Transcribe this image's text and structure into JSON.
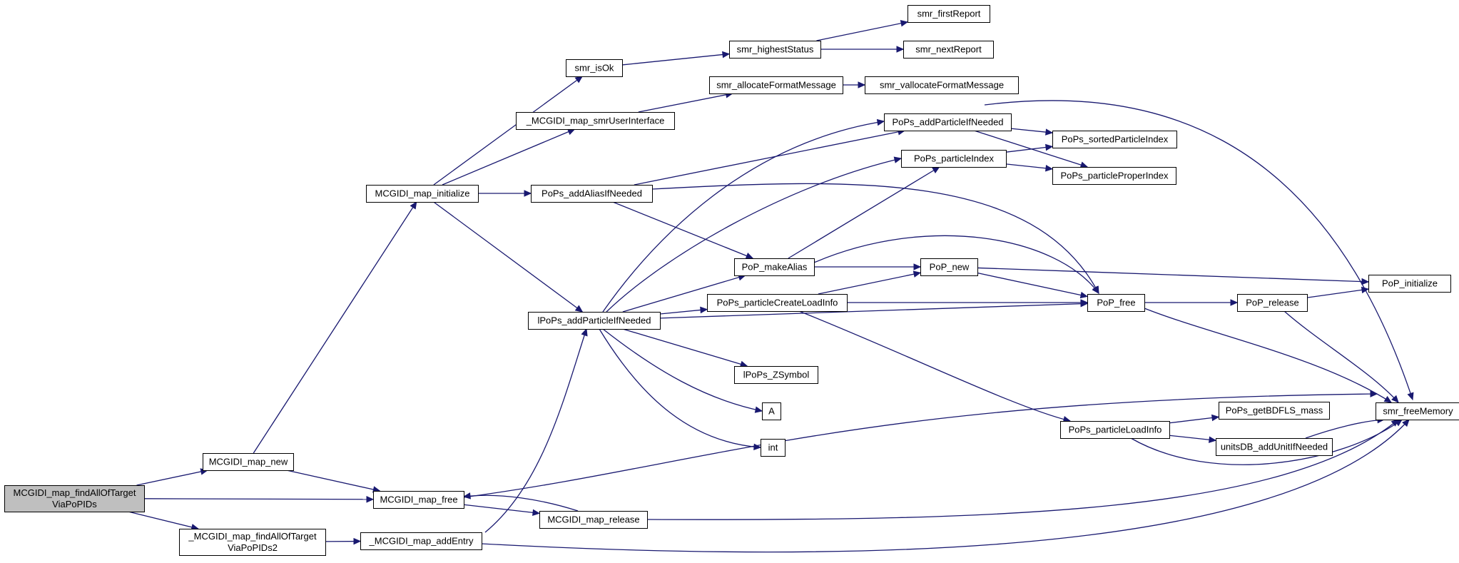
{
  "diagram": {
    "type": "call-graph",
    "colors": {
      "edge": "#191970",
      "root_fill": "#bfbfbf",
      "node_fill": "#ffffff",
      "node_border": "#000000"
    },
    "nodes": [
      {
        "id": "root",
        "label": "MCGIDI_map_findAllOfTarget\nViaPoPIDs",
        "root": true
      },
      {
        "id": "map_new",
        "label": "MCGIDI_map_new"
      },
      {
        "id": "findAll2",
        "label": "_MCGIDI_map_findAllOfTarget\nViaPoPIDs2"
      },
      {
        "id": "map_free",
        "label": "MCGIDI_map_free"
      },
      {
        "id": "map_init",
        "label": "MCGIDI_map_initialize"
      },
      {
        "id": "addEntry",
        "label": "_MCGIDI_map_addEntry"
      },
      {
        "id": "map_release",
        "label": "MCGIDI_map_release"
      },
      {
        "id": "smr_isOk",
        "label": "smr_isOk"
      },
      {
        "id": "smrUI",
        "label": "_MCGIDI_map_smrUserInterface"
      },
      {
        "id": "addAlias",
        "label": "PoPs_addAliasIfNeeded"
      },
      {
        "id": "lAddParticle",
        "label": "lPoPs_addParticleIfNeeded"
      },
      {
        "id": "highestStatus",
        "label": "smr_highestStatus"
      },
      {
        "id": "allocFmt",
        "label": "smr_allocateFormatMessage"
      },
      {
        "id": "firstReport",
        "label": "smr_firstReport"
      },
      {
        "id": "nextReport",
        "label": "smr_nextReport"
      },
      {
        "id": "vallocFmt",
        "label": "smr_vallocateFormatMessage"
      },
      {
        "id": "addParticle",
        "label": "PoPs_addParticleIfNeeded"
      },
      {
        "id": "particleIndex",
        "label": "PoPs_particleIndex"
      },
      {
        "id": "makeAlias",
        "label": "PoP_makeAlias"
      },
      {
        "id": "createLoadInfo",
        "label": "PoPs_particleCreateLoadInfo"
      },
      {
        "id": "zsymbol",
        "label": "lPoPs_ZSymbol"
      },
      {
        "id": "A",
        "label": "A"
      },
      {
        "id": "int",
        "label": "int"
      },
      {
        "id": "sortedIndex",
        "label": "PoPs_sortedParticleIndex"
      },
      {
        "id": "properIndex",
        "label": "PoPs_particleProperIndex"
      },
      {
        "id": "pop_new",
        "label": "PoP_new"
      },
      {
        "id": "pop_free",
        "label": "PoP_free"
      },
      {
        "id": "loadInfo",
        "label": "PoPs_particleLoadInfo"
      },
      {
        "id": "pop_release",
        "label": "PoP_release"
      },
      {
        "id": "getBDFLS",
        "label": "PoPs_getBDFLS_mass"
      },
      {
        "id": "unitsDB",
        "label": "unitsDB_addUnitIfNeeded"
      },
      {
        "id": "pop_init",
        "label": "PoP_initialize"
      },
      {
        "id": "freeMemory",
        "label": "smr_freeMemory"
      }
    ],
    "edges": [
      {
        "from": "root",
        "to": "map_new"
      },
      {
        "from": "root",
        "to": "map_free"
      },
      {
        "from": "root",
        "to": "findAll2"
      },
      {
        "from": "map_new",
        "to": "map_init"
      },
      {
        "from": "map_new",
        "to": "map_free"
      },
      {
        "from": "findAll2",
        "to": "addEntry"
      },
      {
        "from": "addEntry",
        "to": "lAddParticle"
      },
      {
        "from": "addEntry",
        "to": "freeMemory"
      },
      {
        "from": "map_free",
        "to": "map_release"
      },
      {
        "from": "map_free",
        "to": "freeMemory"
      },
      {
        "from": "map_release",
        "to": "map_free"
      },
      {
        "from": "map_release",
        "to": "freeMemory"
      },
      {
        "from": "map_init",
        "to": "smr_isOk"
      },
      {
        "from": "map_init",
        "to": "smrUI"
      },
      {
        "from": "map_init",
        "to": "addAlias"
      },
      {
        "from": "map_init",
        "to": "lAddParticle"
      },
      {
        "from": "smr_isOk",
        "to": "highestStatus"
      },
      {
        "from": "highestStatus",
        "to": "firstReport"
      },
      {
        "from": "highestStatus",
        "to": "nextReport"
      },
      {
        "from": "smrUI",
        "to": "allocFmt"
      },
      {
        "from": "allocFmt",
        "to": "vallocFmt"
      },
      {
        "from": "addAlias",
        "to": "addParticle"
      },
      {
        "from": "addAlias",
        "to": "makeAlias"
      },
      {
        "from": "addAlias",
        "to": "pop_free"
      },
      {
        "from": "lAddParticle",
        "to": "addParticle"
      },
      {
        "from": "lAddParticle",
        "to": "particleIndex"
      },
      {
        "from": "lAddParticle",
        "to": "makeAlias"
      },
      {
        "from": "lAddParticle",
        "to": "createLoadInfo"
      },
      {
        "from": "lAddParticle",
        "to": "pop_free"
      },
      {
        "from": "lAddParticle",
        "to": "zsymbol"
      },
      {
        "from": "lAddParticle",
        "to": "A"
      },
      {
        "from": "lAddParticle",
        "to": "int"
      },
      {
        "from": "addParticle",
        "to": "sortedIndex"
      },
      {
        "from": "addParticle",
        "to": "properIndex"
      },
      {
        "from": "addParticle",
        "to": "freeMemory"
      },
      {
        "from": "particleIndex",
        "to": "sortedIndex"
      },
      {
        "from": "particleIndex",
        "to": "properIndex"
      },
      {
        "from": "makeAlias",
        "to": "particleIndex"
      },
      {
        "from": "makeAlias",
        "to": "pop_new"
      },
      {
        "from": "makeAlias",
        "to": "pop_free"
      },
      {
        "from": "createLoadInfo",
        "to": "pop_new"
      },
      {
        "from": "createLoadInfo",
        "to": "pop_free"
      },
      {
        "from": "createLoadInfo",
        "to": "loadInfo"
      },
      {
        "from": "pop_new",
        "to": "pop_init"
      },
      {
        "from": "pop_new",
        "to": "pop_free"
      },
      {
        "from": "pop_free",
        "to": "pop_release"
      },
      {
        "from": "pop_free",
        "to": "freeMemory"
      },
      {
        "from": "pop_release",
        "to": "pop_init"
      },
      {
        "from": "pop_release",
        "to": "freeMemory"
      },
      {
        "from": "loadInfo",
        "to": "getBDFLS"
      },
      {
        "from": "loadInfo",
        "to": "unitsDB"
      },
      {
        "from": "loadInfo",
        "to": "freeMemory"
      },
      {
        "from": "unitsDB",
        "to": "freeMemory"
      }
    ]
  }
}
